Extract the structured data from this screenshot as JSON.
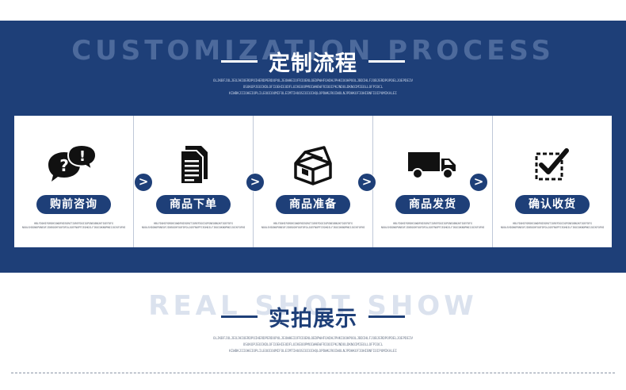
{
  "process": {
    "ghost": "CUSTOMIZATION PROCESS",
    "title": "定制流程",
    "fine": [
      "OLJKBFJOLJEOJHIOERDPOIHERDPERDOPULJEOWHEIOFRIOENLOEDPWHFOADHJPHKIOOHPOOLJBDIHLFJOBJERDPOPDELJOEPDEIV",
      "OSUKOPJEOIKDLOFIOEHIEODFLUIKEOOPMOIWHEWFRIOOIPKJNDOLDKNOIMIEOLLOFPIOCL",
      "KIWBKJIIOHEIOPLILEOOIOUMIFOLEIMTIHUOSIOIOIHQLOPDWKJROIWOLNJPDHKOFIOHIBNFIOIPUMIKALEI"
    ],
    "steps": [
      {
        "label": "购前咨询",
        "fine": [
          "HBLFDOHIFORDHIOWDFNIEOROTIOREFDOIIOPGNEOBNJKFIOEFDFG",
          "NOOLSHIONOPONEOFJINEOGHFOOFDFOLJOEFNOPFIEOHOILFIKOIOKNOPNOIJOIKFOFNIEOFNOFNHIOIOOWIOPJOILFINOGHIOLPFDOLWOR"
        ]
      },
      {
        "label": "商品下单",
        "fine": [
          "HBLFDOHIFORDHIOWDFNIEOROTIOREFDOIIOPGNEOBNJKFIOEFDFG",
          "NOOLSHIONOPONEOFJINEOGHFOOFDFOLJOEFNOPFIEOHOILFIKOIOKNOPNOIJOIKFOFNIEOFNOFNHIOIOOWIOPJOILFINOGHIOLPFDOLWOR"
        ]
      },
      {
        "label": "商品准备",
        "fine": [
          "HBLFDOHIFORDHIOWDFNIEOROTIOREFDOIIOPGNEOBNJKFIOEFDFG",
          "NOOLSHIONOPONEOFJINEOGHFOOFDFOLJOEFNOPFIEOHOILFIKOIOKNOPNOIJOIKFOFNIEOFNOFNHIOIOOWIOPJOILFINOGHIOLPFDOLWOR"
        ]
      },
      {
        "label": "商品发货",
        "fine": [
          "HBLFDOHIFORDHIOWDFNIEOROTIOREFDOIIOPGNEOBNJKFIOEFDFG",
          "NOOLSHIONOPONEOFJINEOGHFOOFDFOLJOEFNOPFIEOHOILFIKOIOKNOPNOIJOIKFOFNIEOFNOFNHIOIOOWIOPJOILFINOGHIOLPFDOLWOR"
        ]
      },
      {
        "label": "确认收货",
        "fine": [
          "HBLFDOHIFORDHIOWDFNIEOROTIOREFDOIIOPGNEOBNJKFIOEFDFG",
          "NOOLSHIONOPONEOFJINEOGHFOOFDFOLJOEFNOPFIEOHOILFIKOIOKNOPNOIJOIKFOFNIEOFNOFNHIOIOOWIOPJOILFINOGHIOLPFDOLWOR"
        ]
      }
    ],
    "arrow": ">",
    "icons": [
      "speech-bubbles-icon",
      "documents-icon",
      "box-icon",
      "truck-icon",
      "checkbox-icon"
    ],
    "colors": {
      "brand": "#1e3f78",
      "ghost_on_blue": "#4d6a9c",
      "ghost_on_white": "#dbe2ee"
    }
  },
  "showcase": {
    "ghost": "REAL SHOT SHOW",
    "title": "实拍展示",
    "fine": [
      "OLJKBFJOLJEOJHIOERDPOIHERDPERDOPULJEOWHEIOFRIOENLOEDPWHFOADHJPHKIOOHPOOLJBDIHLFJOBJERDPOPDELJOEPDEIV",
      "OSUKOPJEOIKDLOFIOEHIEODFLUIKEOOPMOIWHEWFRIOOIPKJNDOLDKNOIMIEOLLOFPIOCL",
      "KIWBKJIIOHEIOPLILEOOIOUMIFOLEIMTIHUOSIOIOIHQLOPDWKJROIWOLNJPDHKOFIOHIBNFIOIPUMIKALEI"
    ]
  }
}
